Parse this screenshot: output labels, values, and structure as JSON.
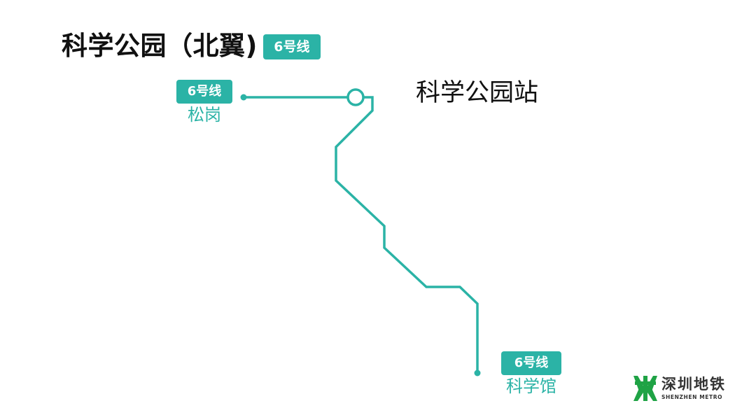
{
  "title": {
    "text": "科学公园（北翼)",
    "line_badge": "6号线"
  },
  "line_color": "#2BB3A6",
  "stations": {
    "current": "科学公园站",
    "terminal_north": {
      "line": "6号线",
      "name": "松岗"
    },
    "terminal_south": {
      "line": "6号线",
      "name": "科学馆"
    }
  },
  "logo": {
    "cn": "深圳地铁",
    "en": "SHENZHEN METRO",
    "color": "#1FA345"
  }
}
